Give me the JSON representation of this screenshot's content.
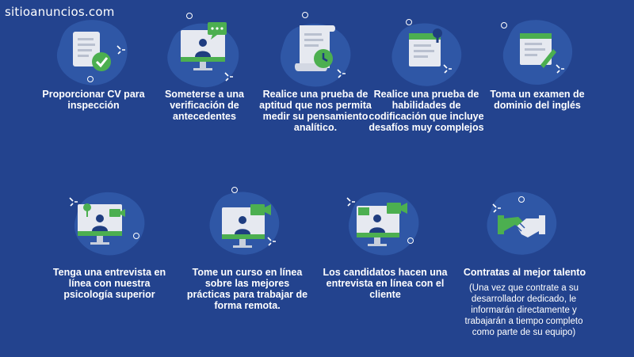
{
  "watermark": "sitioanuncios.com",
  "colors": {
    "background": "#23438e",
    "blob": "#2f57a6",
    "accent_green": "#4caf50",
    "paper": "#e6e9f0",
    "dark_blue": "#1f3d80"
  },
  "steps": [
    {
      "icon": "cv-check-icon",
      "label": "Proporcionar CV para inspección"
    },
    {
      "icon": "background-check-monitor-icon",
      "label": "Someterse a una verificación de antecedentes"
    },
    {
      "icon": "aptitude-test-scroll-icon",
      "label": "Realice una prueba de aptitud que nos permita medir su pensamiento analítico."
    },
    {
      "icon": "coding-test-document-icon",
      "label": "Realice una prueba de habilidades de codificación que incluye desafíos muy complejos"
    },
    {
      "icon": "english-exam-icon",
      "label": "Toma un examen de dominio del inglés"
    },
    {
      "icon": "video-interview-psychology-icon",
      "label": "Tenga una entrevista en línea con nuestra psicología superior"
    },
    {
      "icon": "remote-course-monitor-icon",
      "label": "Tome un curso en línea sobre las mejores prácticas para trabajar de forma remota."
    },
    {
      "icon": "client-interview-monitor-icon",
      "label": "Los candidatos hacen una entrevista en línea con el cliente"
    },
    {
      "icon": "handshake-icon",
      "label": "Contratas al mejor talento",
      "note": "(Una vez que contrate a su desarrollador dedicado, le informarán directamente y trabajarán a tiempo completo como parte de su equipo)"
    }
  ]
}
